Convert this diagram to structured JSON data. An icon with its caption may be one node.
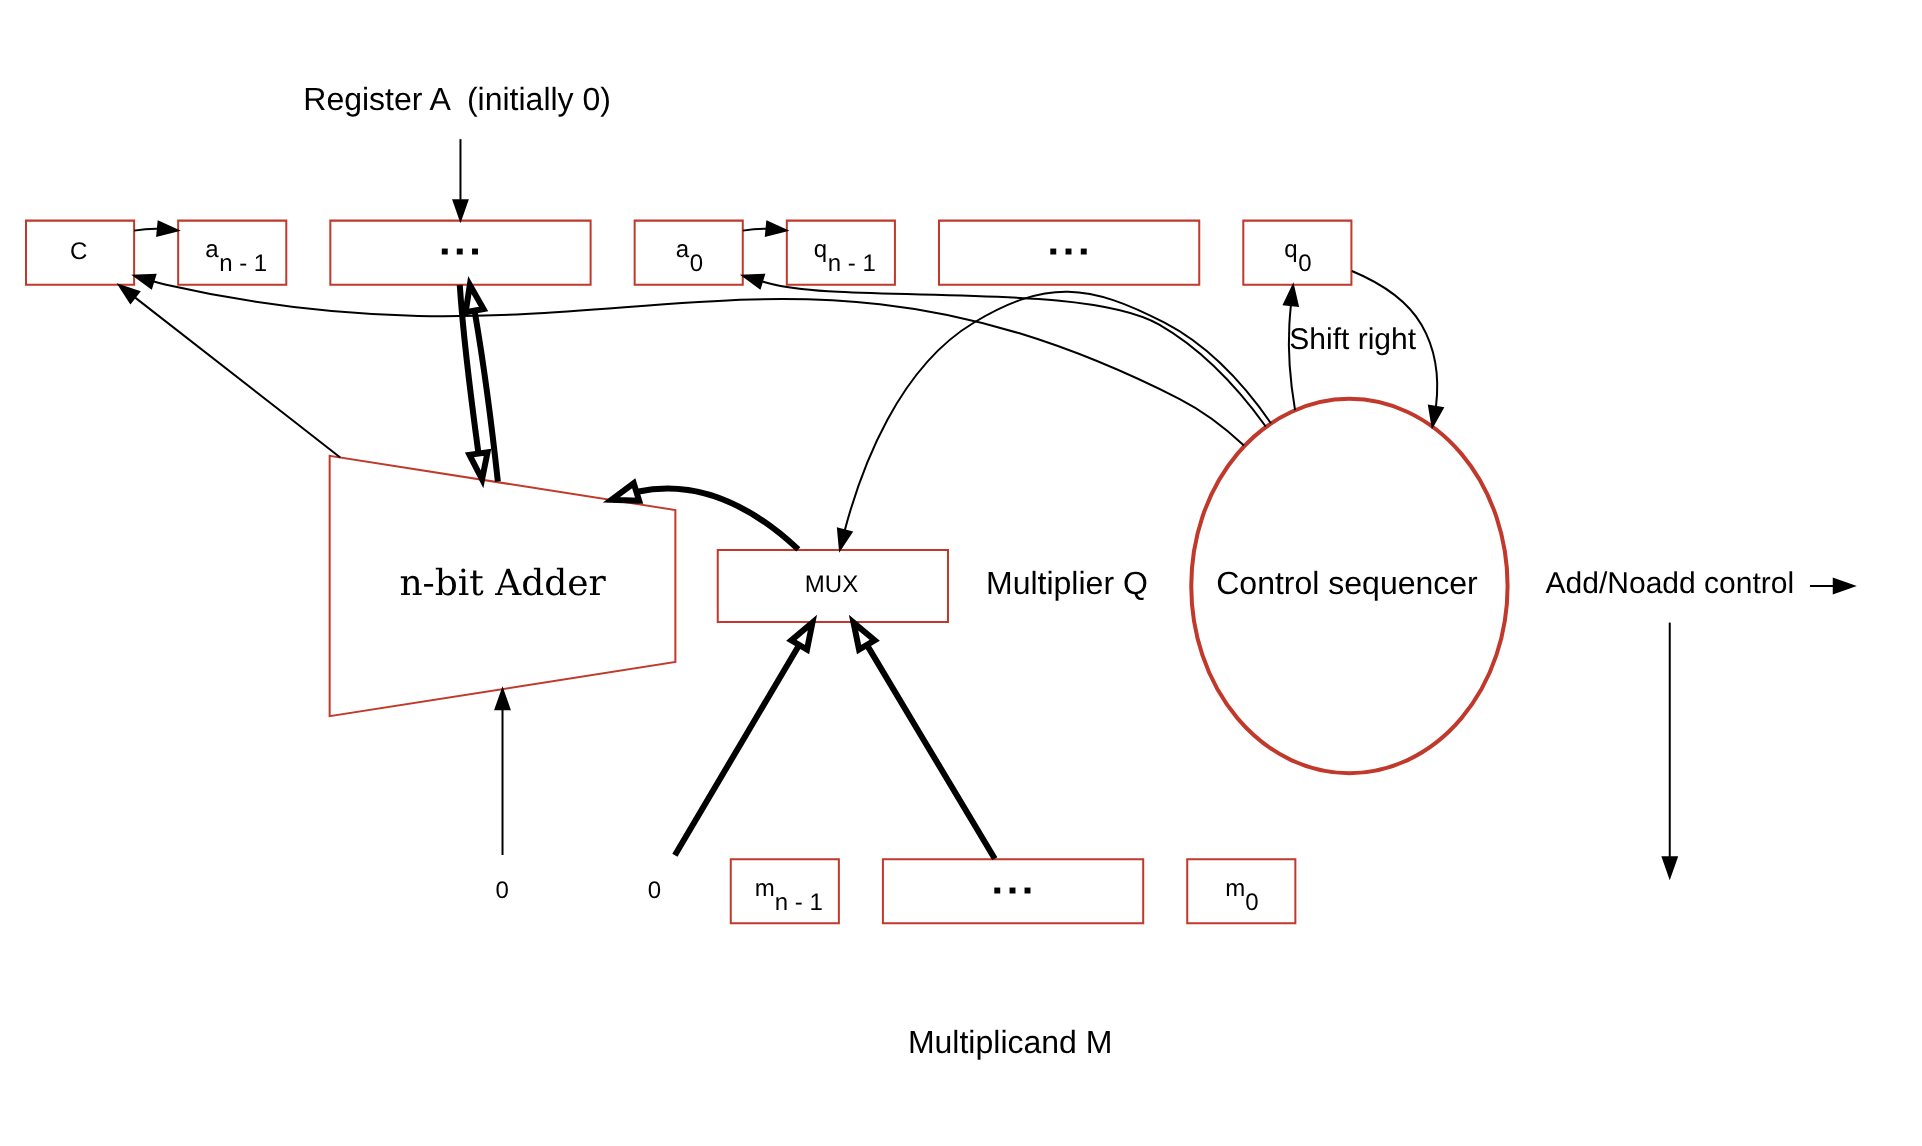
{
  "diagram": {
    "nodes": [
      {
        "text": [
          "Register A  (initially 0)"
        ]
      },
      {
        "text": [
          "C"
        ]
      },
      {
        "text": [
          "a$_{n - 1}$"
        ]
      },
      {
        "text": [
          "▪ ▪ ▪"
        ]
      },
      {
        "text": [
          "a$_{0}$"
        ]
      },
      {
        "text": [
          "q$_{n - 1}$"
        ]
      },
      {
        "text": [
          "▪ ▪ ▪"
        ]
      },
      {
        "text": [
          "q$_{0}$"
        ]
      },
      {
        "text": [
          "Add/Noadd control"
        ]
      },
      {
        "text": [
          "n-bit Adder"
        ]
      },
      {
        "text": [
          "MUX"
        ]
      },
      {
        "text": [
          "Control sequencer"
        ]
      },
      {
        "text": [
          "0"
        ]
      },
      {
        "text": [
          "0"
        ]
      },
      {
        "text": [
          "m$_{n - 1}$"
        ]
      },
      {
        "text": [
          "▪ ▪ ▪"
        ]
      },
      {
        "text": [
          "m$_{0}$"
        ]
      }
    ],
    "edges": [
      {
        "from": 0,
        "to": 3,
        "arrow": "to"
      },
      {
        "from": 1,
        "to": 2,
        "arrow": "to"
      },
      {
        "from": 4,
        "to": 5,
        "arrow": "to"
      },
      {
        "from": 7,
        "to": 11,
        "arrow": "to"
      },
      {
        "from": 11,
        "to": 1,
        "arrow": "to"
      },
      {
        "from": 11,
        "to": 4,
        "arrow": "to"
      },
      {
        "from": 11,
        "to": 7,
        "arrow": "to",
        "label": "Shift right"
      },
      {
        "from": 8,
        "to": null,
        "arrow": "to"
      },
      {
        "from": 8,
        "to": null,
        "arrow": "to"
      },
      {
        "from": 3,
        "to": 9,
        "arrow": "to",
        "style": "thick"
      },
      {
        "from": 9,
        "to": 3,
        "arrow": "to",
        "style": "thick"
      },
      {
        "from": 9,
        "to": 1,
        "arrow": "to"
      },
      {
        "from": 10,
        "to": 9,
        "arrow": "to",
        "style": "thick"
      },
      {
        "from": 11,
        "to": 10,
        "arrow": "to"
      },
      {
        "from": 12,
        "to": 9,
        "arrow": "to"
      },
      {
        "from": 13,
        "to": 10,
        "arrow": "to",
        "style": "thick"
      },
      {
        "from": 15,
        "to": 10,
        "arrow": "to",
        "style": "thick"
      }
    ],
    "labels": [
      "Multiplier Q",
      "Multiplicand M"
    ]
  }
}
